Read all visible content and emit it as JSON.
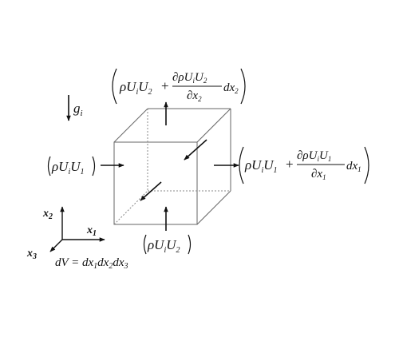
{
  "labels": {
    "gravity": "g",
    "gravity_sub": "i",
    "axis_x1": "x",
    "axis_x1_sub": "1",
    "axis_x2": "x",
    "axis_x2_sub": "2",
    "axis_x3": "x",
    "axis_x3_sub": "3",
    "volume": "dV = dx",
    "volume_sub1": "1",
    "volume_mid1": "dx",
    "volume_sub2": "2",
    "volume_mid2": "dx",
    "volume_sub3": "3"
  },
  "flux": {
    "left": {
      "rho_u": "ρU",
      "sub_i": "i",
      "u": "U",
      "sub_n": "1"
    },
    "bottom": {
      "rho_u": "ρU",
      "sub_i": "i",
      "u": "U",
      "sub_n": "2"
    },
    "top": {
      "base_rho_u": "ρU",
      "base_sub_i": "i",
      "base_u": "U",
      "base_sub_n": "2",
      "plus": "+",
      "num": "∂ρU",
      "num_sub_i": "i",
      "num_u": "U",
      "num_sub_n": "2",
      "den": "∂x",
      "den_sub": "2",
      "dx": "dx",
      "dx_sub": "2"
    },
    "right": {
      "base_rho_u": "ρU",
      "base_sub_i": "i",
      "base_u": "U",
      "base_sub_n": "1",
      "plus": "+",
      "num": "∂ρU",
      "num_sub_i": "i",
      "num_u": "U",
      "num_sub_n": "1",
      "den": "∂x",
      "den_sub": "1",
      "dx": "dx",
      "dx_sub": "1"
    }
  },
  "colors": {
    "ink": "#111111",
    "cube_edge": "#666666"
  }
}
